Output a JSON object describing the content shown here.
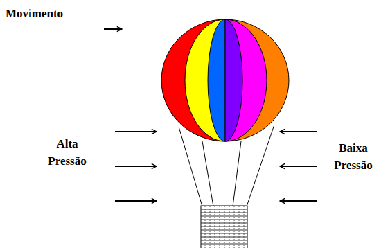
{
  "diagram": {
    "labels": [
      "Movimento",
      "Alta Pressão",
      "Baixa Pressão"
    ]
  }
}
